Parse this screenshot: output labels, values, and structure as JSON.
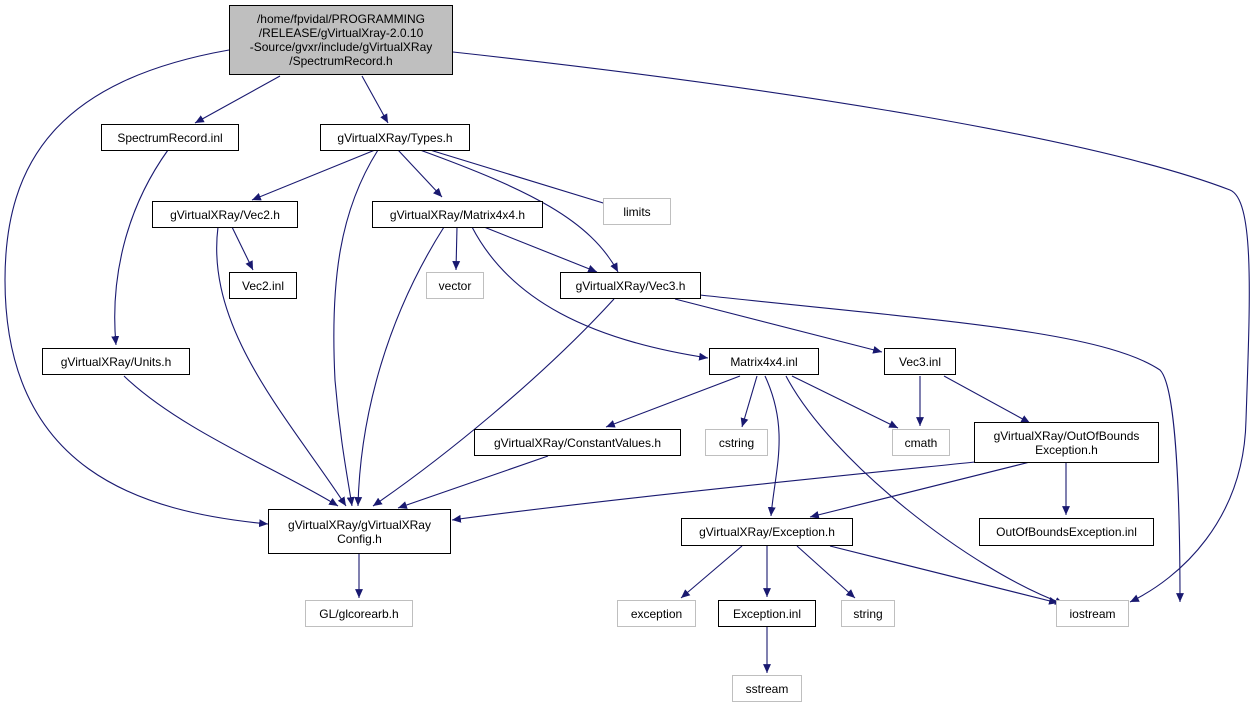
{
  "colors": {
    "edge": "#191970",
    "system_border": "#bfbfbf",
    "root_fill": "#bfbfbf",
    "node_border": "#000000"
  },
  "nodes": {
    "root": "/home/fpvidal/PROGRAMMING\n/RELEASE/gVirtualXray-2.0.10\n-Source/gvxr/include/gVirtualXRay\n/SpectrumRecord.h",
    "spectrum_inl": "SpectrumRecord.inl",
    "types_h": "gVirtualXRay/Types.h",
    "vec2_h": "gVirtualXRay/Vec2.h",
    "matrix_h": "gVirtualXRay/Matrix4x4.h",
    "limits": "limits",
    "vec2_inl": "Vec2.inl",
    "vector": "vector",
    "vec3_h": "gVirtualXRay/Vec3.h",
    "units_h": "gVirtualXRay/Units.h",
    "matrix_inl": "Matrix4x4.inl",
    "vec3_inl": "Vec3.inl",
    "constvals_h": "gVirtualXRay/ConstantValues.h",
    "cstring": "cstring",
    "cmath": "cmath",
    "oob_h": "gVirtualXRay/OutOfBounds\nException.h",
    "config_h": "gVirtualXRay/gVirtualXRay\nConfig.h",
    "exception_h": "gVirtualXRay/Exception.h",
    "oob_inl": "OutOfBoundsException.inl",
    "glcorearb": "GL/glcorearb.h",
    "exception": "exception",
    "exception_inl": "Exception.inl",
    "string": "string",
    "iostream": "iostream",
    "sstream": "sstream"
  }
}
